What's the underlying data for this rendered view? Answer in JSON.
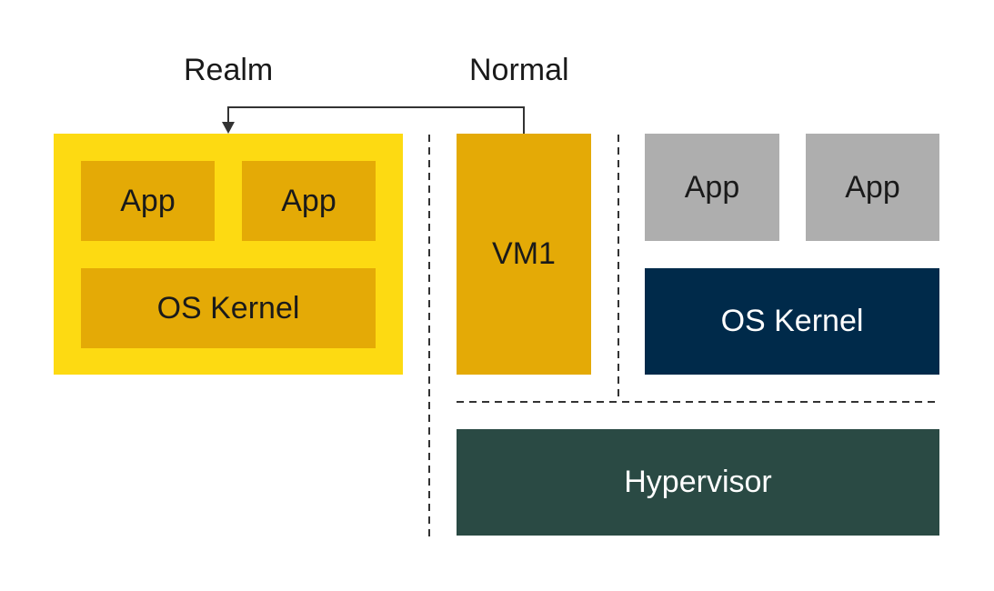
{
  "labels": {
    "realm": "Realm",
    "normal": "Normal"
  },
  "realm_world": {
    "app_left": "App",
    "app_right": "App",
    "os_kernel": "OS Kernel"
  },
  "normal_world": {
    "vm1": "VM1",
    "app_left": "App",
    "app_right": "App",
    "os_kernel": "OS Kernel",
    "hypervisor": "Hypervisor"
  },
  "colors": {
    "realm_background": "#fdda12",
    "realm_component": "#e4aa06",
    "vm1": "#e4aa06",
    "normal_app": "#aeaeae",
    "normal_os_kernel": "#002a4a",
    "hypervisor": "#2a4a44",
    "lines": "#333333"
  }
}
